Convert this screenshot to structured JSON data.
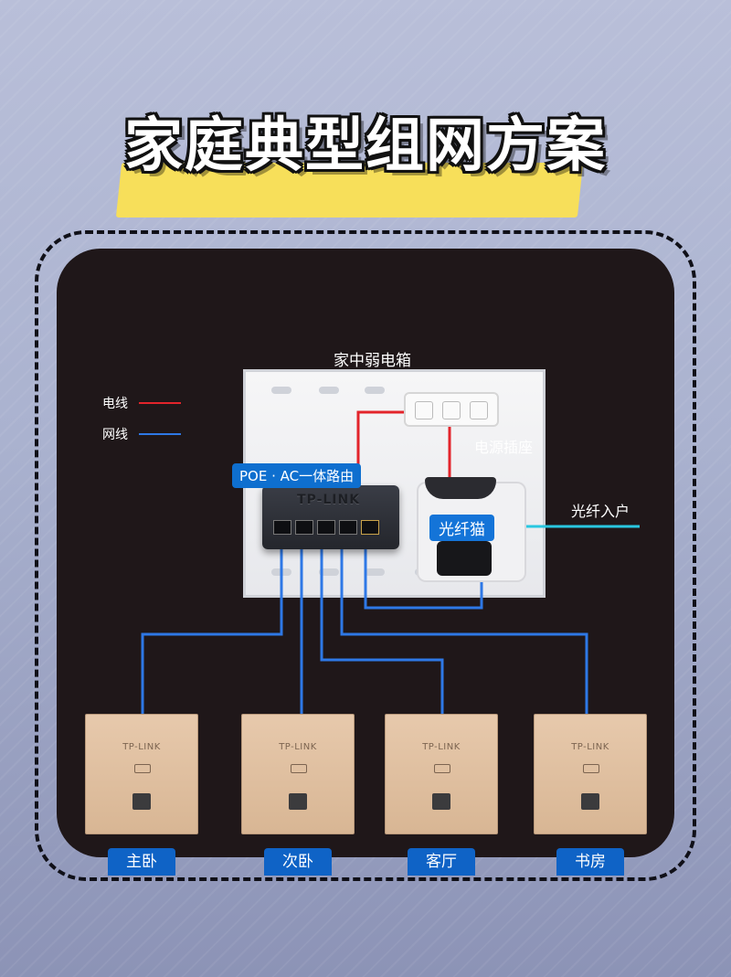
{
  "title": "家庭典型组网方案",
  "cabinet_label": "家中弱电箱",
  "legend": {
    "power": {
      "label": "电线",
      "color": "#e3242b"
    },
    "network": {
      "label": "网线",
      "color": "#2e78e6"
    }
  },
  "power_strip_label": "电源插座",
  "router": {
    "tag": "POE · AC一体路由",
    "brand": "TP-LINK"
  },
  "modem": {
    "tag": "光纤猫"
  },
  "fiber_label": "光纤入户",
  "panels": [
    {
      "brand": "TP-LINK",
      "room": "主卧"
    },
    {
      "brand": "TP-LINK",
      "room": "次卧"
    },
    {
      "brand": "TP-LINK",
      "room": "客厅"
    },
    {
      "brand": "TP-LINK",
      "room": "书房"
    }
  ],
  "colors": {
    "accent_blue": "#1474d8",
    "highlight": "#f7df5a",
    "fiber": "#29c7e0"
  }
}
